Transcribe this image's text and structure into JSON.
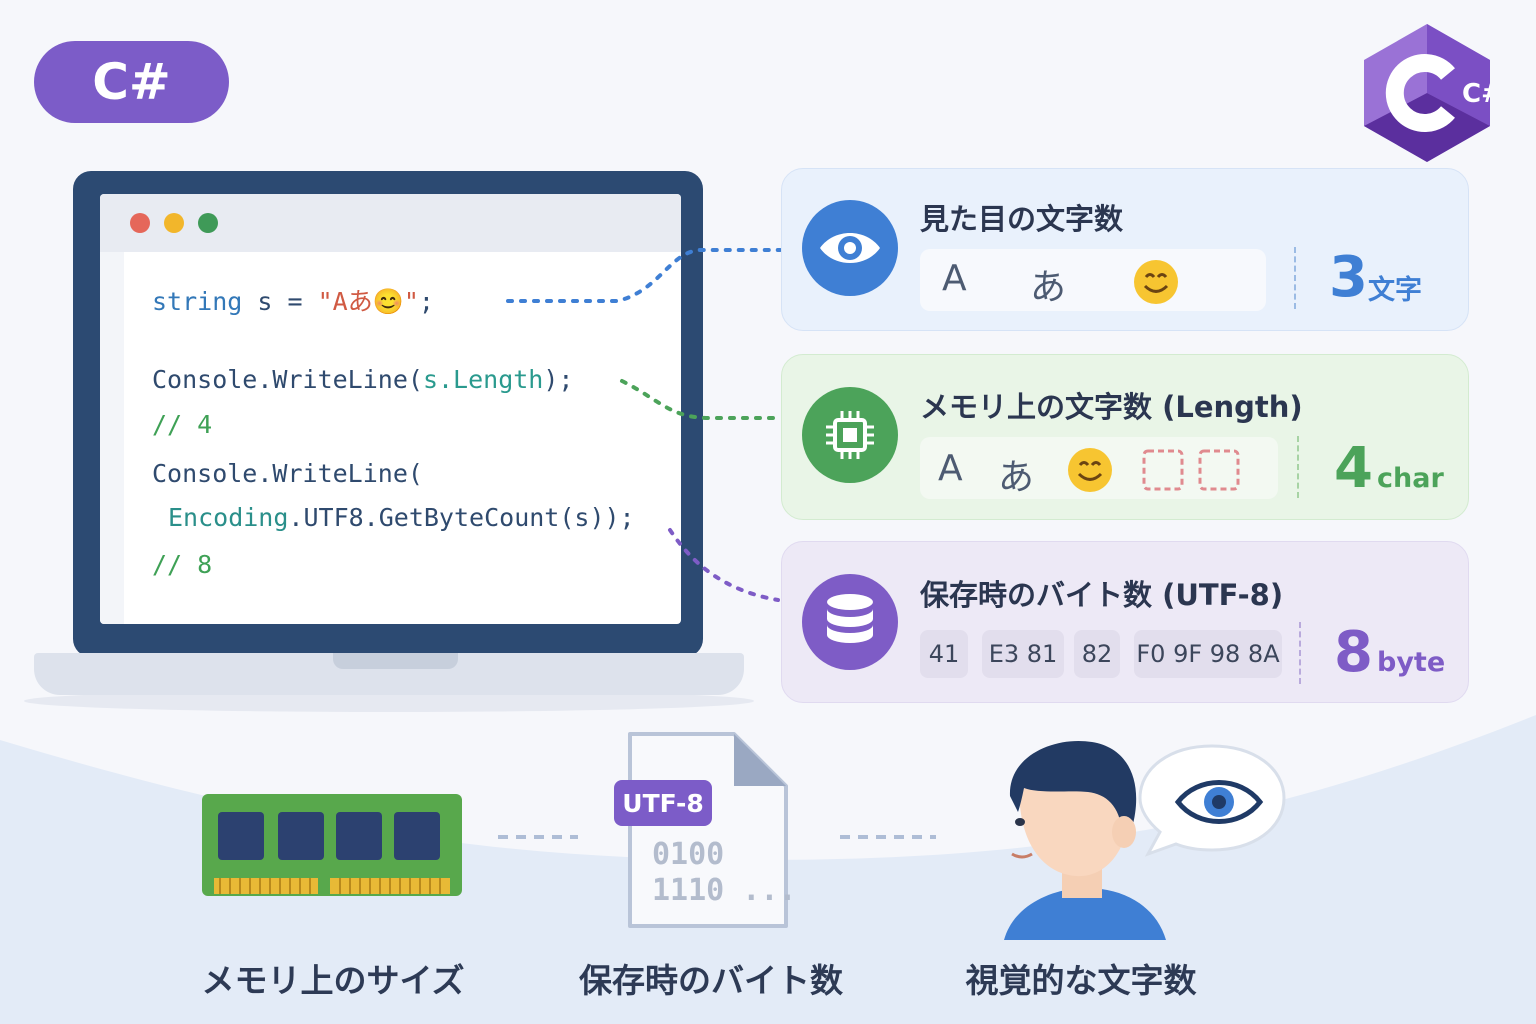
{
  "badge": {
    "label": "C#"
  },
  "logo": {
    "label": "C#"
  },
  "code": {
    "line1": {
      "type": "string",
      "var": "s",
      "eq": "=",
      "literal": "\"Aあ😊\"",
      "end": ";"
    },
    "line2": {
      "obj": "Console",
      "method": ".WriteLine(",
      "arg_obj": "s",
      "arg_prop": ".Length",
      "end": ");"
    },
    "line3": "// 4",
    "line4": {
      "obj": "Console",
      "method": ".WriteLine("
    },
    "line5": {
      "cls": "Encoding",
      "rest": ".UTF8.GetByteCount(s));"
    },
    "line6": "// 8"
  },
  "panels": {
    "visual": {
      "title": "見た目の文字数",
      "chars": [
        "A",
        "あ",
        "😊"
      ],
      "count": "3",
      "unit": "文字",
      "icon": "eye-icon",
      "color": "#3f7fd4"
    },
    "memory": {
      "title": "メモリ上の文字数 (Length)",
      "chars": [
        "A",
        "あ",
        "😊"
      ],
      "surrogate_slots": 2,
      "count": "4",
      "unit": "char",
      "icon": "chip-icon",
      "color": "#4ca35a"
    },
    "storage": {
      "title": "保存時のバイト数 (UTF-8)",
      "bytes": [
        "41",
        "E3 81",
        "82",
        "F0 9F 98 8A"
      ],
      "count": "8",
      "unit": "byte",
      "icon": "database-icon",
      "color": "#7e5cc6"
    }
  },
  "bottom": {
    "file_tag": "UTF-8",
    "file_bits_1": "0100",
    "file_bits_2": "1110 ...",
    "label_memory": "メモリ上のサイズ",
    "label_storage": "保存時のバイト数",
    "label_visual": "視覚的な文字数",
    "icons": [
      "ram-icon",
      "file-icon",
      "person-icon",
      "eye-icon"
    ]
  }
}
